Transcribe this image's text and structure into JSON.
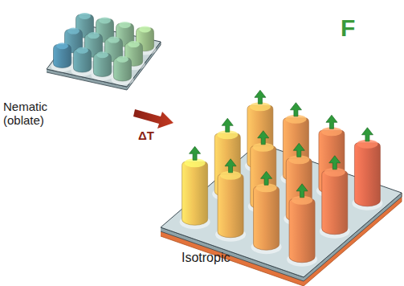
{
  "diagram": {
    "labels": [
      "Nematic (oblate)",
      "ΔT",
      "F",
      "Isotropic"
    ]
  }
}
